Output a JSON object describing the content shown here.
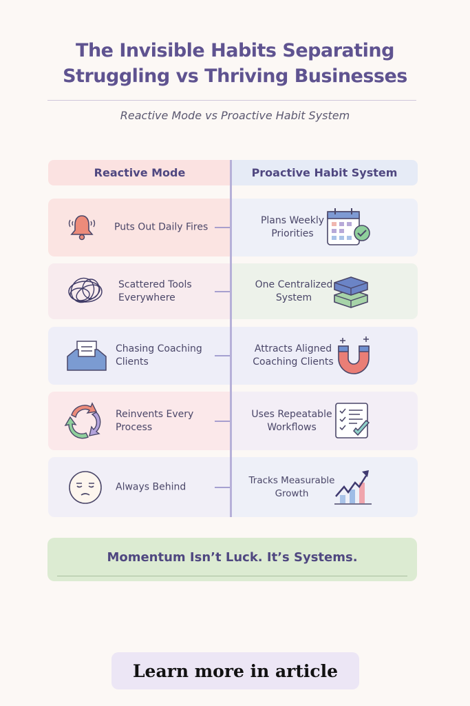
{
  "title": {
    "line1": "The Invisible Habits Separating",
    "line2": "Struggling vs Thriving Businesses"
  },
  "subtitle": "Reactive Mode vs Proactive Habit System",
  "columns": {
    "left": "Reactive Mode",
    "right": "Proactive Habit System"
  },
  "rows": [
    {
      "left": "Puts Out Daily Fires",
      "left_icon": "bell-icon",
      "right": "Plans Weekly Priorities",
      "right_icon": "calendar-check-icon"
    },
    {
      "left": "Scattered Tools Everywhere",
      "left_icon": "tangle-icon",
      "right": "One Centralized System",
      "right_icon": "stacked-blocks-icon"
    },
    {
      "left": "Chasing Coaching Clients",
      "left_icon": "inbox-icon",
      "right": "Attracts Aligned Coaching Clients",
      "right_icon": "magnet-icon"
    },
    {
      "left": "Reinvents Every Process",
      "left_icon": "cycle-arrows-icon",
      "right": "Uses Repeatable Workflows",
      "right_icon": "checklist-icon"
    },
    {
      "left": "Always Behind",
      "left_icon": "tired-face-icon",
      "right": "Tracks Measurable Growth",
      "right_icon": "growth-chart-icon"
    }
  ],
  "banner": "Momentum Isn’t Luck. It’s Systems.",
  "cta": "Learn more in article",
  "colors": {
    "title": "#5f5390",
    "accent": "#b6b0d8",
    "banner": "#dcebd2"
  }
}
